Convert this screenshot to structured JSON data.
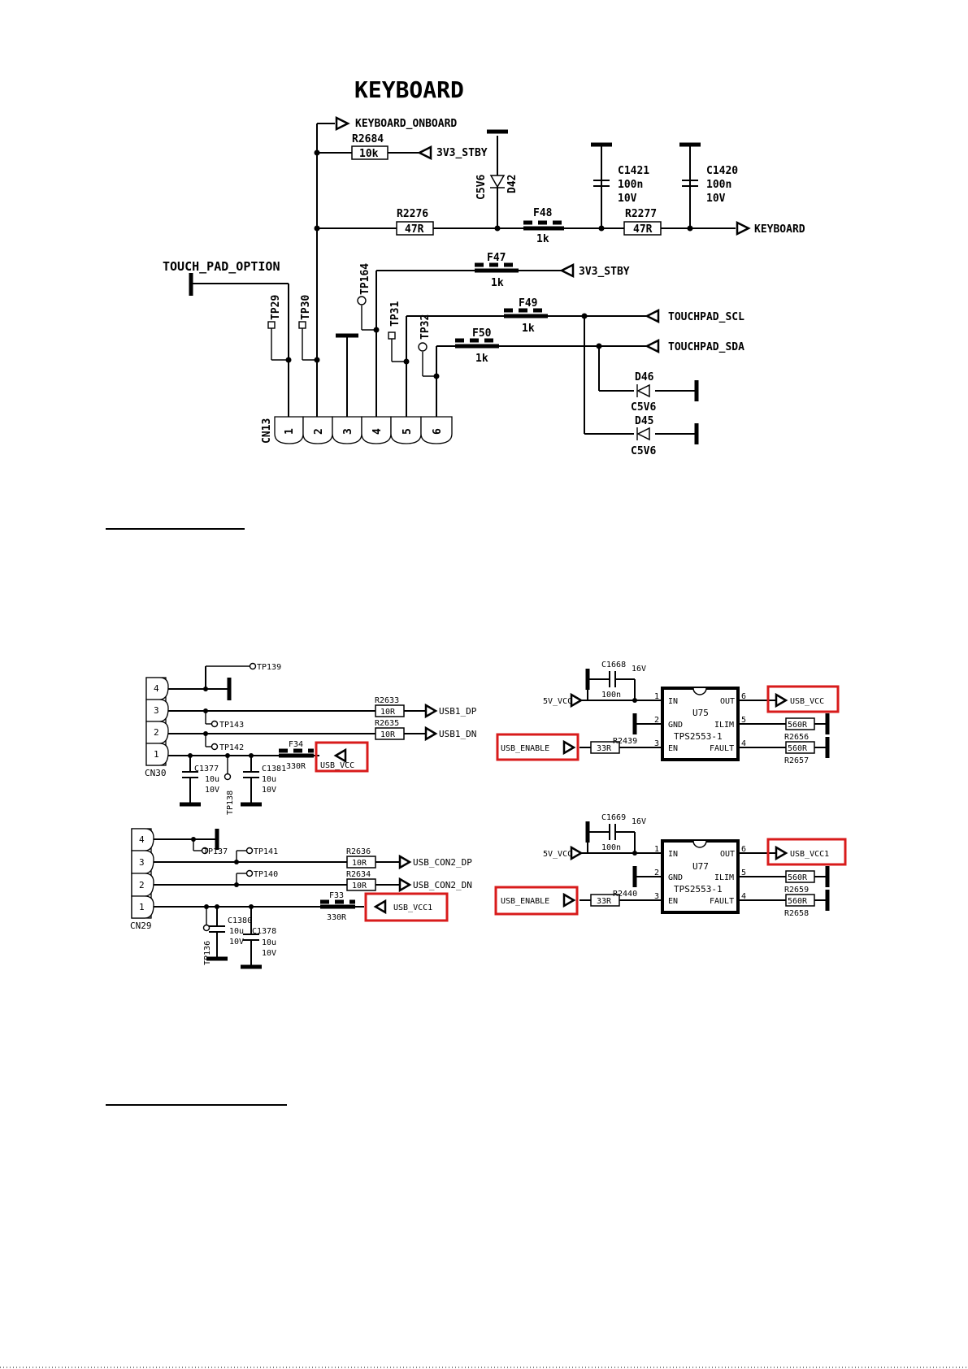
{
  "keyboard": {
    "title": "KEYBOARD",
    "nets": {
      "keyboard_onboard": "KEYBOARD_ONBOARD",
      "v3_stby_a": "3V3_STBY",
      "v3_stby_b": "3V3_STBY",
      "keyboard": "KEYBOARD",
      "touch_pad_option": "TOUCH_PAD_OPTION",
      "touchpad_scl": "TOUCHPAD_SCL",
      "touchpad_sda": "TOUCHPAD_SDA"
    },
    "parts": {
      "r2684": {
        "ref": "R2684",
        "value": "10k"
      },
      "r2276": {
        "ref": "R2276",
        "value": "47R"
      },
      "r2277": {
        "ref": "R2277",
        "value": "47R"
      },
      "f48": {
        "ref": "F48",
        "value": "1k"
      },
      "f47": {
        "ref": "F47",
        "value": "1k"
      },
      "f49": {
        "ref": "F49",
        "value": "1k"
      },
      "f50": {
        "ref": "F50",
        "value": "1k"
      },
      "d42": {
        "ref": "D42",
        "value": "C5V6"
      },
      "d46": {
        "ref": "D46",
        "value": "C5V6"
      },
      "d45": {
        "ref": "D45",
        "value": "C5V6"
      },
      "c1421": {
        "ref": "C1421",
        "value": "100n",
        "voltage": "10V"
      },
      "c1420": {
        "ref": "C1420",
        "value": "100n",
        "voltage": "10V"
      }
    },
    "testpoints": [
      "TP29",
      "TP30",
      "TP164",
      "TP31",
      "TP32"
    ],
    "connector": {
      "ref": "CN13",
      "pins": [
        "1",
        "2",
        "3",
        "4",
        "5",
        "6"
      ]
    }
  },
  "usb_top": {
    "connector": {
      "ref": "CN30",
      "pins": [
        "4",
        "3",
        "2",
        "1"
      ]
    },
    "testpoints": {
      "tp139": "TP139",
      "tp143": "TP143",
      "tp142": "TP142",
      "tp138": "TP138"
    },
    "r2633": {
      "ref": "R2633",
      "value": "10R"
    },
    "r2635": {
      "ref": "R2635",
      "value": "10R"
    },
    "f34": {
      "ref": "F34",
      "value": "330R"
    },
    "c1377": {
      "ref": "C1377",
      "value": "10u",
      "voltage": "10V"
    },
    "c1381": {
      "ref": "C1381",
      "value": "10u",
      "voltage": "10V"
    },
    "net_dp": "USB1_DP",
    "net_dn": "USB1_DN",
    "net_vcc": "USB_VCC"
  },
  "usb_bottom": {
    "connector": {
      "ref": "CN29",
      "pins": [
        "4",
        "3",
        "2",
        "1"
      ]
    },
    "testpoints": {
      "tp137": "TP137",
      "tp141": "TP141",
      "tp140": "TP140",
      "tp136": "TP136"
    },
    "r2636": {
      "ref": "R2636",
      "value": "10R"
    },
    "r2634": {
      "ref": "R2634",
      "value": "10R"
    },
    "f33": {
      "ref": "F33",
      "value": "330R"
    },
    "c1380": {
      "ref": "C1380",
      "value": "10u",
      "voltage": "10V"
    },
    "c1378": {
      "ref": "C1378",
      "value": "10u",
      "voltage": "10V"
    },
    "net_dp": "USB_CON2_DP",
    "net_dn": "USB_CON2_DN",
    "net_vcc": "USB_VCC1"
  },
  "switch_top": {
    "ic_ref": "U75",
    "ic_part": "TPS2553-1",
    "pins": {
      "in": "IN",
      "gnd": "GND",
      "en": "EN",
      "out": "OUT",
      "ilim": "ILIM",
      "fault": "FAULT"
    },
    "pin_numbers": {
      "in": "1",
      "gnd": "2",
      "en": "3",
      "out": "6",
      "ilim": "5",
      "fault": "4"
    },
    "cap": {
      "ref": "C1668",
      "value": "100n",
      "voltage": "16V"
    },
    "r_en": {
      "ref": "R2439",
      "value": "33R"
    },
    "r_ilim": {
      "ref": "R2656",
      "value": "560R"
    },
    "r_fault": {
      "ref": "R2657",
      "value": "560R"
    },
    "net_in": "5V_VCC",
    "net_en": "USB_ENABLE",
    "net_out": "USB_VCC"
  },
  "switch_bottom": {
    "ic_ref": "U77",
    "ic_part": "TPS2553-1",
    "pins": {
      "in": "IN",
      "gnd": "GND",
      "en": "EN",
      "out": "OUT",
      "ilim": "ILIM",
      "fault": "FAULT"
    },
    "pin_numbers": {
      "in": "1",
      "gnd": "2",
      "en": "3",
      "out": "6",
      "ilim": "5",
      "fault": "4"
    },
    "cap": {
      "ref": "C1669",
      "value": "100n",
      "voltage": "16V"
    },
    "r_en": {
      "ref": "R2440",
      "value": "33R"
    },
    "r_ilim": {
      "ref": "R2659",
      "value": "560R"
    },
    "r_fault": {
      "ref": "R2658",
      "value": "560R"
    },
    "net_in": "5V_VCC",
    "net_en": "USB_ENABLE",
    "net_out": "USB_VCC1"
  },
  "colors": {
    "highlight": "#d81b1b",
    "ink": "#000000"
  }
}
